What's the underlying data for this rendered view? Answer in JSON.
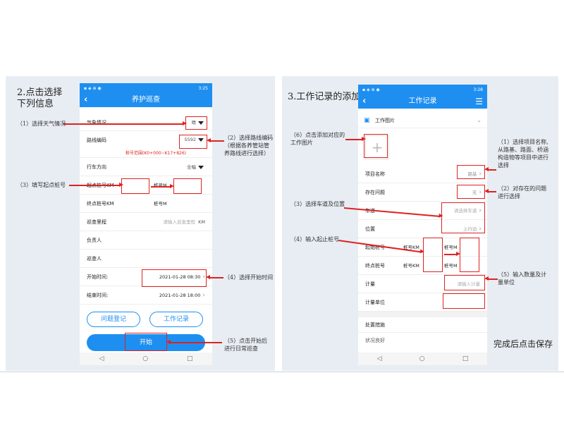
{
  "left": {
    "step_title_line1": "2.点击选择",
    "step_title_line2": "下列信息",
    "phone": {
      "status_time": "3:25",
      "title": "养护巡查",
      "fields": {
        "weather_label": "气象情况",
        "weather_value": "晴",
        "route_label": "路线编码",
        "route_value": "S592",
        "range_hint": "桩号范围(K0+000~K17+826)",
        "direction_label": "行车方向",
        "direction_value": "全幅",
        "start_km_label": "起点桩号KM",
        "start_m_label": "桩号M",
        "end_km_label": "终点桩号KM",
        "end_m_label": "桩号M",
        "mileage_label": "巡查里程",
        "mileage_placeholder": "请输入巡查里程",
        "mileage_unit": "KM",
        "leader_label": "负责人",
        "inspector_label": "巡查人",
        "start_time_label": "开始时间:",
        "start_time_value": "2021-01-28 08:30",
        "end_time_label": "结束时间:",
        "end_time_value": "2021-01-28 18:00"
      },
      "buttons": {
        "issue_register": "问题登记",
        "work_record": "工作记录",
        "start": "开始"
      }
    },
    "notes": {
      "n1": "（1）选择天气情况",
      "n2_line1": "（2）选择路线编码",
      "n2_line2": "（根据各养管站管",
      "n2_line3": "养路线进行选择）",
      "n3": "（3）填写起点桩号",
      "n4": "（4）选择开始时间",
      "n5_line1": "（5）点击开始后",
      "n5_line2": "进行日常巡查"
    }
  },
  "right": {
    "step_title": "3.工作记录的添加",
    "phone": {
      "status_time": "3:28",
      "title": "工作记录",
      "photo_section_label": "工作图片",
      "fields": {
        "project_label": "项目名称",
        "project_value": "路基",
        "issue_label": "存在问题",
        "issue_value": "无",
        "lane_label": "车道",
        "lane_placeholder": "请选择车道",
        "position_label": "位置",
        "position_value": "上行边",
        "start_label": "起始桩号",
        "start_km_label": "桩号KM",
        "start_m_label": "桩号M",
        "end_label": "终点桩号",
        "end_km_label": "桩号KM",
        "end_m_label": "桩号M",
        "quantity_label": "计量",
        "quantity_placeholder": "请输入计量",
        "unit_label": "计量单位",
        "measures_label": "处置措施",
        "measures_value": "状况良好"
      }
    },
    "notes": {
      "n6_line1": "（6）点击添加对应的",
      "n6_line2": "工作图片",
      "n1_line1": "（1）选择项目名称,",
      "n1_line2": "从路基、路面、桥涵",
      "n1_line3": "构造物等项目中进行",
      "n1_line4": "选择",
      "n2_line1": "（2）对存在的问题",
      "n2_line2": "进行选择",
      "n3": "（3）选择车道及位置",
      "n4": "（4）输入起止桩号",
      "n5_line1": "（5）输入数量及计",
      "n5_line2": "量单位",
      "done": "完成后点击保存"
    }
  },
  "colors": {
    "primary": "#1e8ff0",
    "annotation": "#d22222"
  }
}
